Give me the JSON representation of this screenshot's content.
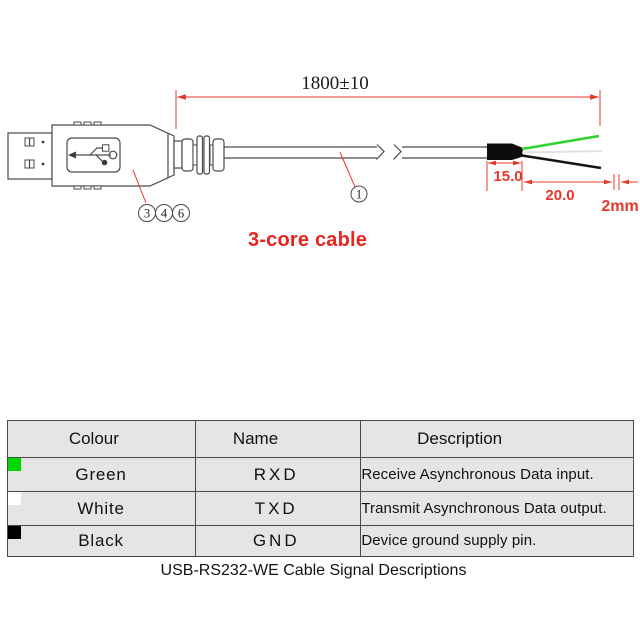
{
  "diagram": {
    "length_dim": "1800±10",
    "jacket_dim": "15.0",
    "strip_dim": "20.0",
    "tip_dim": "2mm",
    "cable_label": "3-core cable",
    "connector_callouts": [
      "3",
      "4",
      "6"
    ],
    "cable_callout": "1",
    "colors": {
      "dimension_red": "#e7372b",
      "label_red": "#e8251d",
      "wire_green": "#2ed32e",
      "wire_white": "#e2e2e2",
      "wire_black": "#151515",
      "jacket_black": "#0d0d0d",
      "outline_gray": "#4a4a4a"
    }
  },
  "table": {
    "headers": [
      "Colour",
      "Name",
      "Description"
    ],
    "rows": [
      {
        "colour": "Green",
        "swatch": "#00d600",
        "name": "RXD",
        "description": "Receive Asynchronous Data input."
      },
      {
        "colour": "White",
        "swatch": "#ffffff",
        "name": "TXD",
        "description": "Transmit Asynchronous Data output."
      },
      {
        "colour": "Black",
        "swatch": "#000000",
        "name": "GND",
        "description": "Device ground supply pin."
      }
    ],
    "caption": "USB-RS232-WE Cable Signal Descriptions"
  }
}
